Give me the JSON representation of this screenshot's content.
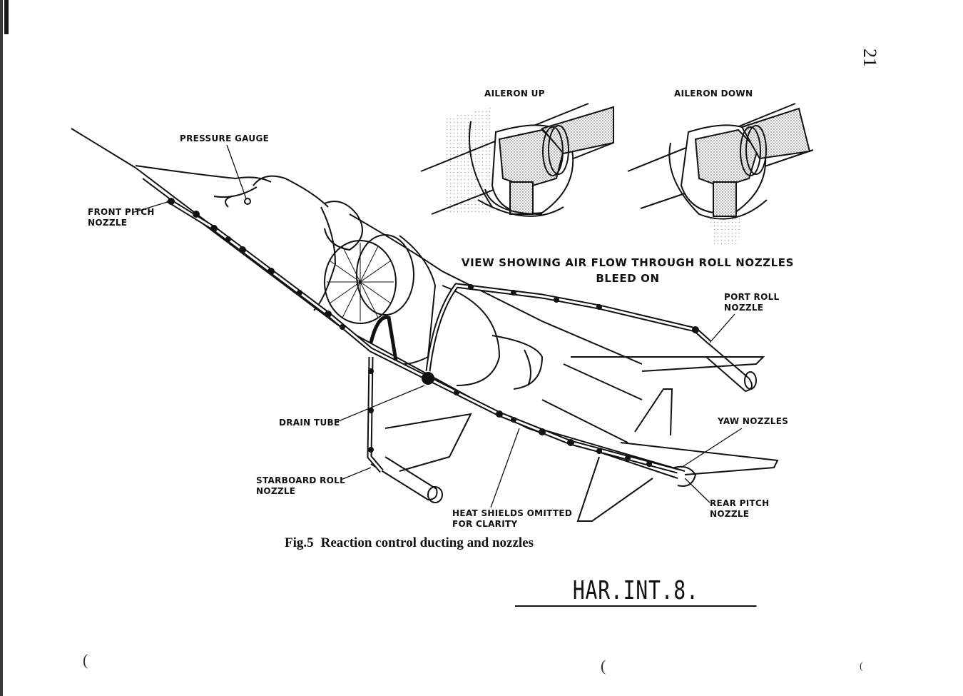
{
  "page_number": "21",
  "inset_labels": {
    "aileron_up": "AILERON UP",
    "aileron_down": "AILERON DOWN"
  },
  "view_caption": "VIEW SHOWING AIR FLOW THROUGH ROLL NOZZLES\nBLEED ON",
  "callouts": {
    "pressure_gauge": "PRESSURE GAUGE",
    "front_pitch_nozzle": "FRONT PITCH\nNOZZLE",
    "port_roll_nozzle": "PORT ROLL\nNOZZLE",
    "drain_tube": "DRAIN TUBE",
    "yaw_nozzles": "YAW NOZZLES",
    "starboard_roll_nozzle": "STARBOARD ROLL\nNOZZLE",
    "rear_pitch_nozzle": "REAR PITCH\nNOZZLE",
    "heat_shields": "HEAT SHIELDS OMITTED\nFOR CLARITY"
  },
  "figure_caption": {
    "number": "Fig.5",
    "title": "Reaction control ducting and nozzles"
  },
  "reference_code": "HAR.INT.8.",
  "margin_marks": [
    "(",
    "(",
    "("
  ]
}
